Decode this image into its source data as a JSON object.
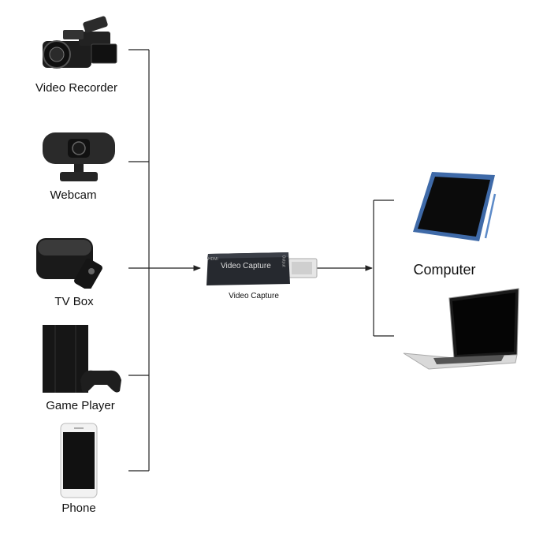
{
  "sources": [
    {
      "label": "Video Recorder",
      "icon": "video-camera-icon"
    },
    {
      "label": "Webcam",
      "icon": "webcam-icon"
    },
    {
      "label": "TV Box",
      "icon": "tv-box-icon"
    },
    {
      "label": "Game Player",
      "icon": "game-console-icon"
    },
    {
      "label": "Phone",
      "icon": "phone-icon"
    }
  ],
  "capture": {
    "device_text": "Video Capture",
    "label": "Video Capture",
    "port_in": "HDMI",
    "port_out": "Output",
    "icon": "usb-capture-dongle-icon"
  },
  "targets": {
    "label": "Computer",
    "devices": [
      {
        "icon": "tablet-icon"
      },
      {
        "icon": "laptop-icon"
      }
    ]
  }
}
